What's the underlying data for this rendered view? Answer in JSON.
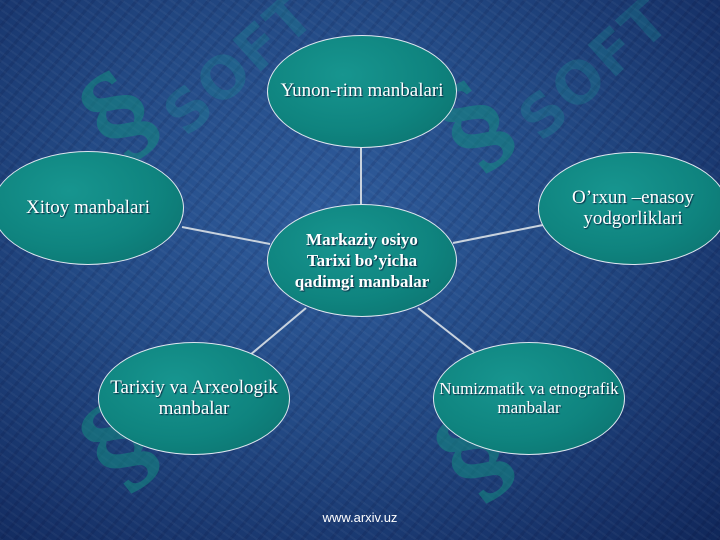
{
  "diagram": {
    "center": "Markaziy osiyo\nTarixi bo’yicha\nqadimgi manbalar",
    "nodes": [
      "Yunon-rim manbalari",
      "O’rxun –enasoy\nyodgorliklari",
      "Numizmatik va etnografik\nmanbalar",
      "Tarixiy va Arxeologik\nmanbalar",
      "Xitoy manbalari"
    ]
  },
  "watermark": {
    "text": "SOFT",
    "symbol": "§"
  },
  "footer": "www.arxiv.uz",
  "colors": {
    "background": "#234a85",
    "node_fill": "#118a84",
    "node_border": "#dde6ef",
    "connector": "#c9d3de"
  }
}
